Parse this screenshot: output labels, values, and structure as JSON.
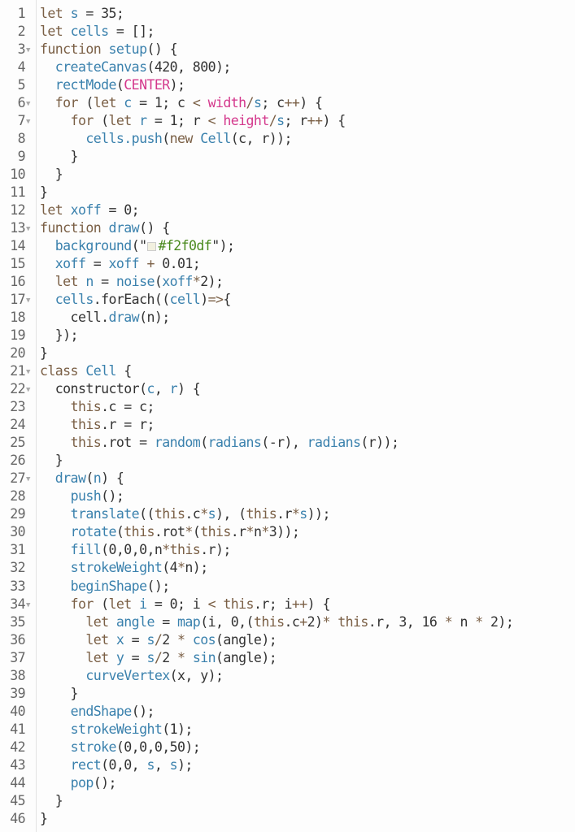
{
  "editor": {
    "language": "javascript",
    "colors": {
      "background": "#fdfdfd",
      "keyword": "#7a5f45",
      "identifier": "#3a81ad",
      "constant": "#d4388c",
      "string": "#4a8a1e",
      "plain": "#333333",
      "line_number": "#666666",
      "swatch_color": "#f2f0df"
    },
    "fold_icon": "triangle-down-icon",
    "lines": [
      {
        "n": "1",
        "fold": false,
        "tokens": [
          [
            "k",
            "let "
          ],
          [
            "d",
            "s"
          ],
          [
            "p",
            " = 35;"
          ]
        ]
      },
      {
        "n": "2",
        "fold": false,
        "tokens": [
          [
            "k",
            "let "
          ],
          [
            "d",
            "cells"
          ],
          [
            "p",
            " = [];"
          ]
        ]
      },
      {
        "n": "3",
        "fold": true,
        "tokens": [
          [
            "k",
            "function "
          ],
          [
            "d",
            "setup"
          ],
          [
            "p",
            "() {"
          ]
        ]
      },
      {
        "n": "4",
        "fold": false,
        "tokens": [
          [
            "p",
            "  "
          ],
          [
            "d",
            "createCanvas"
          ],
          [
            "p",
            "(420, 800);"
          ]
        ]
      },
      {
        "n": "5",
        "fold": false,
        "tokens": [
          [
            "p",
            "  "
          ],
          [
            "d",
            "rectMode"
          ],
          [
            "p",
            "("
          ],
          [
            "c",
            "CENTER"
          ],
          [
            "p",
            ");"
          ]
        ]
      },
      {
        "n": "6",
        "fold": true,
        "tokens": [
          [
            "p",
            "  "
          ],
          [
            "k",
            "for "
          ],
          [
            "p",
            "("
          ],
          [
            "k",
            "let "
          ],
          [
            "d",
            "c"
          ],
          [
            "p",
            " = 1; c "
          ],
          [
            "k",
            "<"
          ],
          [
            "p",
            " "
          ],
          [
            "c",
            "width"
          ],
          [
            "k",
            "/"
          ],
          [
            "d",
            "s"
          ],
          [
            "p",
            "; c"
          ],
          [
            "k",
            "++"
          ],
          [
            "p",
            ") {"
          ]
        ]
      },
      {
        "n": "7",
        "fold": true,
        "tokens": [
          [
            "p",
            "    "
          ],
          [
            "k",
            "for "
          ],
          [
            "p",
            "("
          ],
          [
            "k",
            "let "
          ],
          [
            "d",
            "r"
          ],
          [
            "p",
            " = 1; r "
          ],
          [
            "k",
            "<"
          ],
          [
            "p",
            " "
          ],
          [
            "c",
            "height"
          ],
          [
            "k",
            "/"
          ],
          [
            "d",
            "s"
          ],
          [
            "p",
            "; r"
          ],
          [
            "k",
            "++"
          ],
          [
            "p",
            ") {"
          ]
        ]
      },
      {
        "n": "8",
        "fold": false,
        "tokens": [
          [
            "p",
            "      "
          ],
          [
            "d",
            "cells.push"
          ],
          [
            "p",
            "("
          ],
          [
            "k",
            "new "
          ],
          [
            "d",
            "Cell"
          ],
          [
            "p",
            "(c, r));"
          ]
        ]
      },
      {
        "n": "9",
        "fold": false,
        "tokens": [
          [
            "p",
            "    }"
          ]
        ]
      },
      {
        "n": "10",
        "fold": false,
        "tokens": [
          [
            "p",
            "  }"
          ]
        ]
      },
      {
        "n": "11",
        "fold": false,
        "tokens": [
          [
            "p",
            "}"
          ]
        ]
      },
      {
        "n": "12",
        "fold": false,
        "tokens": [
          [
            "k",
            "let "
          ],
          [
            "d",
            "xoff"
          ],
          [
            "p",
            " = 0;"
          ]
        ]
      },
      {
        "n": "13",
        "fold": true,
        "tokens": [
          [
            "k",
            "function "
          ],
          [
            "d",
            "draw"
          ],
          [
            "p",
            "() {"
          ]
        ]
      },
      {
        "n": "14",
        "fold": false,
        "tokens": [
          [
            "p",
            "  "
          ],
          [
            "d",
            "background"
          ],
          [
            "p",
            "(\""
          ],
          [
            "swatch",
            ""
          ],
          [
            "s",
            "#f2f0df"
          ],
          [
            "p",
            "\");"
          ]
        ]
      },
      {
        "n": "15",
        "fold": false,
        "tokens": [
          [
            "p",
            "  "
          ],
          [
            "d",
            "xoff"
          ],
          [
            "p",
            " = "
          ],
          [
            "d",
            "xoff"
          ],
          [
            "p",
            " "
          ],
          [
            "k",
            "+"
          ],
          [
            "p",
            " 0.01;"
          ]
        ]
      },
      {
        "n": "16",
        "fold": false,
        "tokens": [
          [
            "p",
            "  "
          ],
          [
            "k",
            "let "
          ],
          [
            "d",
            "n"
          ],
          [
            "p",
            " = "
          ],
          [
            "d",
            "noise"
          ],
          [
            "p",
            "("
          ],
          [
            "d",
            "xoff"
          ],
          [
            "k",
            "*"
          ],
          [
            "p",
            "2);"
          ]
        ]
      },
      {
        "n": "17",
        "fold": true,
        "tokens": [
          [
            "p",
            "  "
          ],
          [
            "d",
            "cells"
          ],
          [
            "p",
            ".forEach(("
          ],
          [
            "d",
            "cell"
          ],
          [
            "p",
            ")"
          ],
          [
            "k",
            "=>"
          ],
          [
            "p",
            "{"
          ]
        ]
      },
      {
        "n": "18",
        "fold": false,
        "tokens": [
          [
            "p",
            "    cell."
          ],
          [
            "d",
            "draw"
          ],
          [
            "p",
            "(n);"
          ]
        ]
      },
      {
        "n": "19",
        "fold": false,
        "tokens": [
          [
            "p",
            "  });"
          ]
        ]
      },
      {
        "n": "20",
        "fold": false,
        "tokens": [
          [
            "p",
            "}"
          ]
        ]
      },
      {
        "n": "21",
        "fold": true,
        "tokens": [
          [
            "k",
            "class "
          ],
          [
            "d",
            "Cell"
          ],
          [
            "p",
            " {"
          ]
        ]
      },
      {
        "n": "22",
        "fold": true,
        "tokens": [
          [
            "p",
            "  constructor("
          ],
          [
            "d",
            "c"
          ],
          [
            "p",
            ", "
          ],
          [
            "d",
            "r"
          ],
          [
            "p",
            ") {"
          ]
        ]
      },
      {
        "n": "23",
        "fold": false,
        "tokens": [
          [
            "p",
            "    "
          ],
          [
            "k",
            "this"
          ],
          [
            "p",
            ".c = c;"
          ]
        ]
      },
      {
        "n": "24",
        "fold": false,
        "tokens": [
          [
            "p",
            "    "
          ],
          [
            "k",
            "this"
          ],
          [
            "p",
            ".r = r;"
          ]
        ]
      },
      {
        "n": "25",
        "fold": false,
        "tokens": [
          [
            "p",
            "    "
          ],
          [
            "k",
            "this"
          ],
          [
            "p",
            ".rot = "
          ],
          [
            "d",
            "random"
          ],
          [
            "p",
            "("
          ],
          [
            "d",
            "radians"
          ],
          [
            "p",
            "(-r), "
          ],
          [
            "d",
            "radians"
          ],
          [
            "p",
            "(r));"
          ]
        ]
      },
      {
        "n": "26",
        "fold": false,
        "tokens": [
          [
            "p",
            "  }"
          ]
        ]
      },
      {
        "n": "27",
        "fold": true,
        "tokens": [
          [
            "p",
            "  "
          ],
          [
            "d",
            "draw"
          ],
          [
            "p",
            "("
          ],
          [
            "d",
            "n"
          ],
          [
            "p",
            ") {"
          ]
        ]
      },
      {
        "n": "28",
        "fold": false,
        "tokens": [
          [
            "p",
            "    "
          ],
          [
            "d",
            "push"
          ],
          [
            "p",
            "();"
          ]
        ]
      },
      {
        "n": "29",
        "fold": false,
        "tokens": [
          [
            "p",
            "    "
          ],
          [
            "d",
            "translate"
          ],
          [
            "p",
            "(("
          ],
          [
            "k",
            "this"
          ],
          [
            "p",
            ".c"
          ],
          [
            "k",
            "*"
          ],
          [
            "d",
            "s"
          ],
          [
            "p",
            "), ("
          ],
          [
            "k",
            "this"
          ],
          [
            "p",
            ".r"
          ],
          [
            "k",
            "*"
          ],
          [
            "d",
            "s"
          ],
          [
            "p",
            "));"
          ]
        ]
      },
      {
        "n": "30",
        "fold": false,
        "tokens": [
          [
            "p",
            "    "
          ],
          [
            "d",
            "rotate"
          ],
          [
            "p",
            "("
          ],
          [
            "k",
            "this"
          ],
          [
            "p",
            ".rot"
          ],
          [
            "k",
            "*"
          ],
          [
            "p",
            "("
          ],
          [
            "k",
            "this"
          ],
          [
            "p",
            ".r"
          ],
          [
            "k",
            "*"
          ],
          [
            "p",
            "n"
          ],
          [
            "k",
            "*"
          ],
          [
            "p",
            "3));"
          ]
        ]
      },
      {
        "n": "31",
        "fold": false,
        "tokens": [
          [
            "p",
            "    "
          ],
          [
            "d",
            "fill"
          ],
          [
            "p",
            "(0,0,0,n"
          ],
          [
            "k",
            "*this"
          ],
          [
            "p",
            ".r);"
          ]
        ]
      },
      {
        "n": "32",
        "fold": false,
        "tokens": [
          [
            "p",
            "    "
          ],
          [
            "d",
            "strokeWeight"
          ],
          [
            "p",
            "(4"
          ],
          [
            "k",
            "*"
          ],
          [
            "p",
            "n);"
          ]
        ]
      },
      {
        "n": "33",
        "fold": false,
        "tokens": [
          [
            "p",
            "    "
          ],
          [
            "d",
            "beginShape"
          ],
          [
            "p",
            "();"
          ]
        ]
      },
      {
        "n": "34",
        "fold": true,
        "tokens": [
          [
            "p",
            "    "
          ],
          [
            "k",
            "for "
          ],
          [
            "p",
            "("
          ],
          [
            "k",
            "let "
          ],
          [
            "d",
            "i"
          ],
          [
            "p",
            " = 0; i "
          ],
          [
            "k",
            "<"
          ],
          [
            "p",
            " "
          ],
          [
            "k",
            "this"
          ],
          [
            "p",
            ".r; i"
          ],
          [
            "k",
            "++"
          ],
          [
            "p",
            ") {"
          ]
        ]
      },
      {
        "n": "35",
        "fold": false,
        "tokens": [
          [
            "p",
            "      "
          ],
          [
            "k",
            "let "
          ],
          [
            "d",
            "angle"
          ],
          [
            "p",
            " = "
          ],
          [
            "d",
            "map"
          ],
          [
            "p",
            "(i, 0,("
          ],
          [
            "k",
            "this"
          ],
          [
            "p",
            ".c"
          ],
          [
            "k",
            "+"
          ],
          [
            "p",
            "2)"
          ],
          [
            "k",
            "* this"
          ],
          [
            "p",
            ".r, 3, 16 "
          ],
          [
            "k",
            "*"
          ],
          [
            "p",
            " n "
          ],
          [
            "k",
            "*"
          ],
          [
            "p",
            " 2);"
          ]
        ]
      },
      {
        "n": "36",
        "fold": false,
        "tokens": [
          [
            "p",
            "      "
          ],
          [
            "k",
            "let "
          ],
          [
            "d",
            "x"
          ],
          [
            "p",
            " = "
          ],
          [
            "d",
            "s"
          ],
          [
            "k",
            "/"
          ],
          [
            "p",
            "2 "
          ],
          [
            "k",
            "*"
          ],
          [
            "p",
            " "
          ],
          [
            "d",
            "cos"
          ],
          [
            "p",
            "(angle);"
          ]
        ]
      },
      {
        "n": "37",
        "fold": false,
        "tokens": [
          [
            "p",
            "      "
          ],
          [
            "k",
            "let "
          ],
          [
            "d",
            "y"
          ],
          [
            "p",
            " = "
          ],
          [
            "d",
            "s"
          ],
          [
            "k",
            "/"
          ],
          [
            "p",
            "2 "
          ],
          [
            "k",
            "*"
          ],
          [
            "p",
            " "
          ],
          [
            "d",
            "sin"
          ],
          [
            "p",
            "(angle);"
          ]
        ]
      },
      {
        "n": "38",
        "fold": false,
        "tokens": [
          [
            "p",
            "      "
          ],
          [
            "d",
            "curveVertex"
          ],
          [
            "p",
            "(x, y);"
          ]
        ]
      },
      {
        "n": "39",
        "fold": false,
        "tokens": [
          [
            "p",
            "    }"
          ]
        ]
      },
      {
        "n": "40",
        "fold": false,
        "tokens": [
          [
            "p",
            "    "
          ],
          [
            "d",
            "endShape"
          ],
          [
            "p",
            "();"
          ]
        ]
      },
      {
        "n": "41",
        "fold": false,
        "tokens": [
          [
            "p",
            "    "
          ],
          [
            "d",
            "strokeWeight"
          ],
          [
            "p",
            "(1);"
          ]
        ]
      },
      {
        "n": "42",
        "fold": false,
        "tokens": [
          [
            "p",
            "    "
          ],
          [
            "d",
            "stroke"
          ],
          [
            "p",
            "(0,0,0,50);"
          ]
        ]
      },
      {
        "n": "43",
        "fold": false,
        "tokens": [
          [
            "p",
            "    "
          ],
          [
            "d",
            "rect"
          ],
          [
            "p",
            "(0,0, "
          ],
          [
            "d",
            "s"
          ],
          [
            "p",
            ", "
          ],
          [
            "d",
            "s"
          ],
          [
            "p",
            ");"
          ]
        ]
      },
      {
        "n": "44",
        "fold": false,
        "tokens": [
          [
            "p",
            "    "
          ],
          [
            "d",
            "pop"
          ],
          [
            "p",
            "();"
          ]
        ]
      },
      {
        "n": "45",
        "fold": false,
        "tokens": [
          [
            "p",
            "  }"
          ]
        ]
      },
      {
        "n": "46",
        "fold": false,
        "tokens": [
          [
            "p",
            "}"
          ]
        ]
      }
    ]
  }
}
